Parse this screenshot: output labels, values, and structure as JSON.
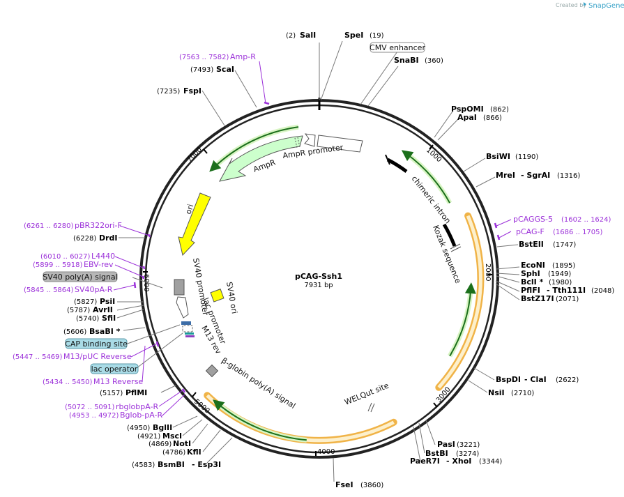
{
  "credit": {
    "created_by": "Created by",
    "brand": "SnapGene"
  },
  "plasmid": {
    "name": "pCAG-Ssh1",
    "size_label": "7931 bp",
    "length": 7931
  },
  "colors": {
    "primer": "#9b30d9",
    "ampr_fill": "#ccffcc",
    "ori_fill": "#ffff00",
    "orange": "#f0b347",
    "green": "#66bb33",
    "darkgreen": "#1b6f1b",
    "boxed_fill": "#a9dbe6"
  },
  "ticks": [
    "1000",
    "2000",
    "3000",
    "4000",
    "5000",
    "6000",
    "7000"
  ],
  "sites": [
    {
      "name": "SalI",
      "pos": "(2)"
    },
    {
      "name": "SpeI",
      "pos": "(19)"
    },
    {
      "name": "SnaBI",
      "pos": "(360)"
    },
    {
      "name": "PspOMI",
      "pos": "(862)"
    },
    {
      "name": "ApaI",
      "pos": "(866)"
    },
    {
      "name": "BsiWI",
      "pos": "(1190)"
    },
    {
      "name": "MreI",
      "pos": ""
    },
    {
      "name": "- SgrAI",
      "pos": "(1316)"
    },
    {
      "name": "BstEII",
      "pos": "(1747)"
    },
    {
      "name": "EcoNI",
      "pos": "(1895)"
    },
    {
      "name": "SphI",
      "pos": "(1949)"
    },
    {
      "name": "BclI *",
      "pos": "(1980)"
    },
    {
      "name": "PflFI",
      "pos": ""
    },
    {
      "name": "- Tth111I",
      "pos": "(2048)"
    },
    {
      "name": "BstZ17I",
      "pos": "(2071)"
    },
    {
      "name": "BspDI",
      "pos": ""
    },
    {
      "name": "- ClaI",
      "pos": "(2622)"
    },
    {
      "name": "NsiI",
      "pos": "(2710)"
    },
    {
      "name": "PasI",
      "pos": "(3221)"
    },
    {
      "name": "BstBI",
      "pos": "(3274)"
    },
    {
      "name": "PaeR7I",
      "pos": ""
    },
    {
      "name": "- XhoI",
      "pos": "(3344)"
    },
    {
      "name": "FseI",
      "pos": "(3860)"
    },
    {
      "name": "BsmBI",
      "pos": "(4583)"
    },
    {
      "name": "- Esp3I",
      "pos": ""
    },
    {
      "name": "KflI",
      "pos": "(4786)"
    },
    {
      "name": "NotI",
      "pos": "(4869)"
    },
    {
      "name": "MscI",
      "pos": "(4921)"
    },
    {
      "name": "BglII",
      "pos": "(4950)"
    },
    {
      "name": "PflMI",
      "pos": "(5157)"
    },
    {
      "name": "BsaBI *",
      "pos": "(5606)"
    },
    {
      "name": "SfiI",
      "pos": "(5740)"
    },
    {
      "name": "AvrII",
      "pos": "(5787)"
    },
    {
      "name": "PsiI",
      "pos": "(5827)"
    },
    {
      "name": "DrdI",
      "pos": "(6228)"
    },
    {
      "name": "FspI",
      "pos": "(7235)"
    },
    {
      "name": "ScaI",
      "pos": "(7493)"
    }
  ],
  "primers": [
    {
      "name": "Amp-R",
      "range": "(7563 .. 7582)"
    },
    {
      "name": "pCAGGS-5",
      "range": "(1602 .. 1624)"
    },
    {
      "name": "pCAG-F",
      "range": "(1686 .. 1705)"
    },
    {
      "name": "pBR322ori-F",
      "range": "(6261 .. 6280)"
    },
    {
      "name": "L4440",
      "range": "(6010 .. 6027)"
    },
    {
      "name": "EBV-rev",
      "range": "(5899 .. 5918)"
    },
    {
      "name": "SV40pA-R",
      "range": "(5845 .. 5864)"
    },
    {
      "name": "M13/pUC Reverse",
      "range": "(5447 .. 5469)"
    },
    {
      "name": "M13 Reverse",
      "range": "(5434 .. 5450)"
    },
    {
      "name": "rbglobpA-R",
      "range": "(5072 .. 5091)"
    },
    {
      "name": "Bglob-pA-R",
      "range": "(4953 .. 4972)"
    }
  ],
  "boxed_labels": {
    "cmv": "CMV enhancer",
    "sv40_polya": "SV40 poly(A) signal",
    "cap": "CAP binding site",
    "lac_operator": "lac operator"
  },
  "features": {
    "ampr": "AmpR",
    "ampr_promoter": "AmpR promoter",
    "ori": "ori",
    "sv40_ori": "SV40 ori",
    "sv40_promoter": "SV40 promoter",
    "lac_promoter": "lac promoter",
    "m13_rev": "M13 rev",
    "bglobin": "β-globin poly(A) signal",
    "welqut": "WELQut site",
    "chimeric_intron": "chimeric intron",
    "kozak": "Kozak sequence"
  }
}
